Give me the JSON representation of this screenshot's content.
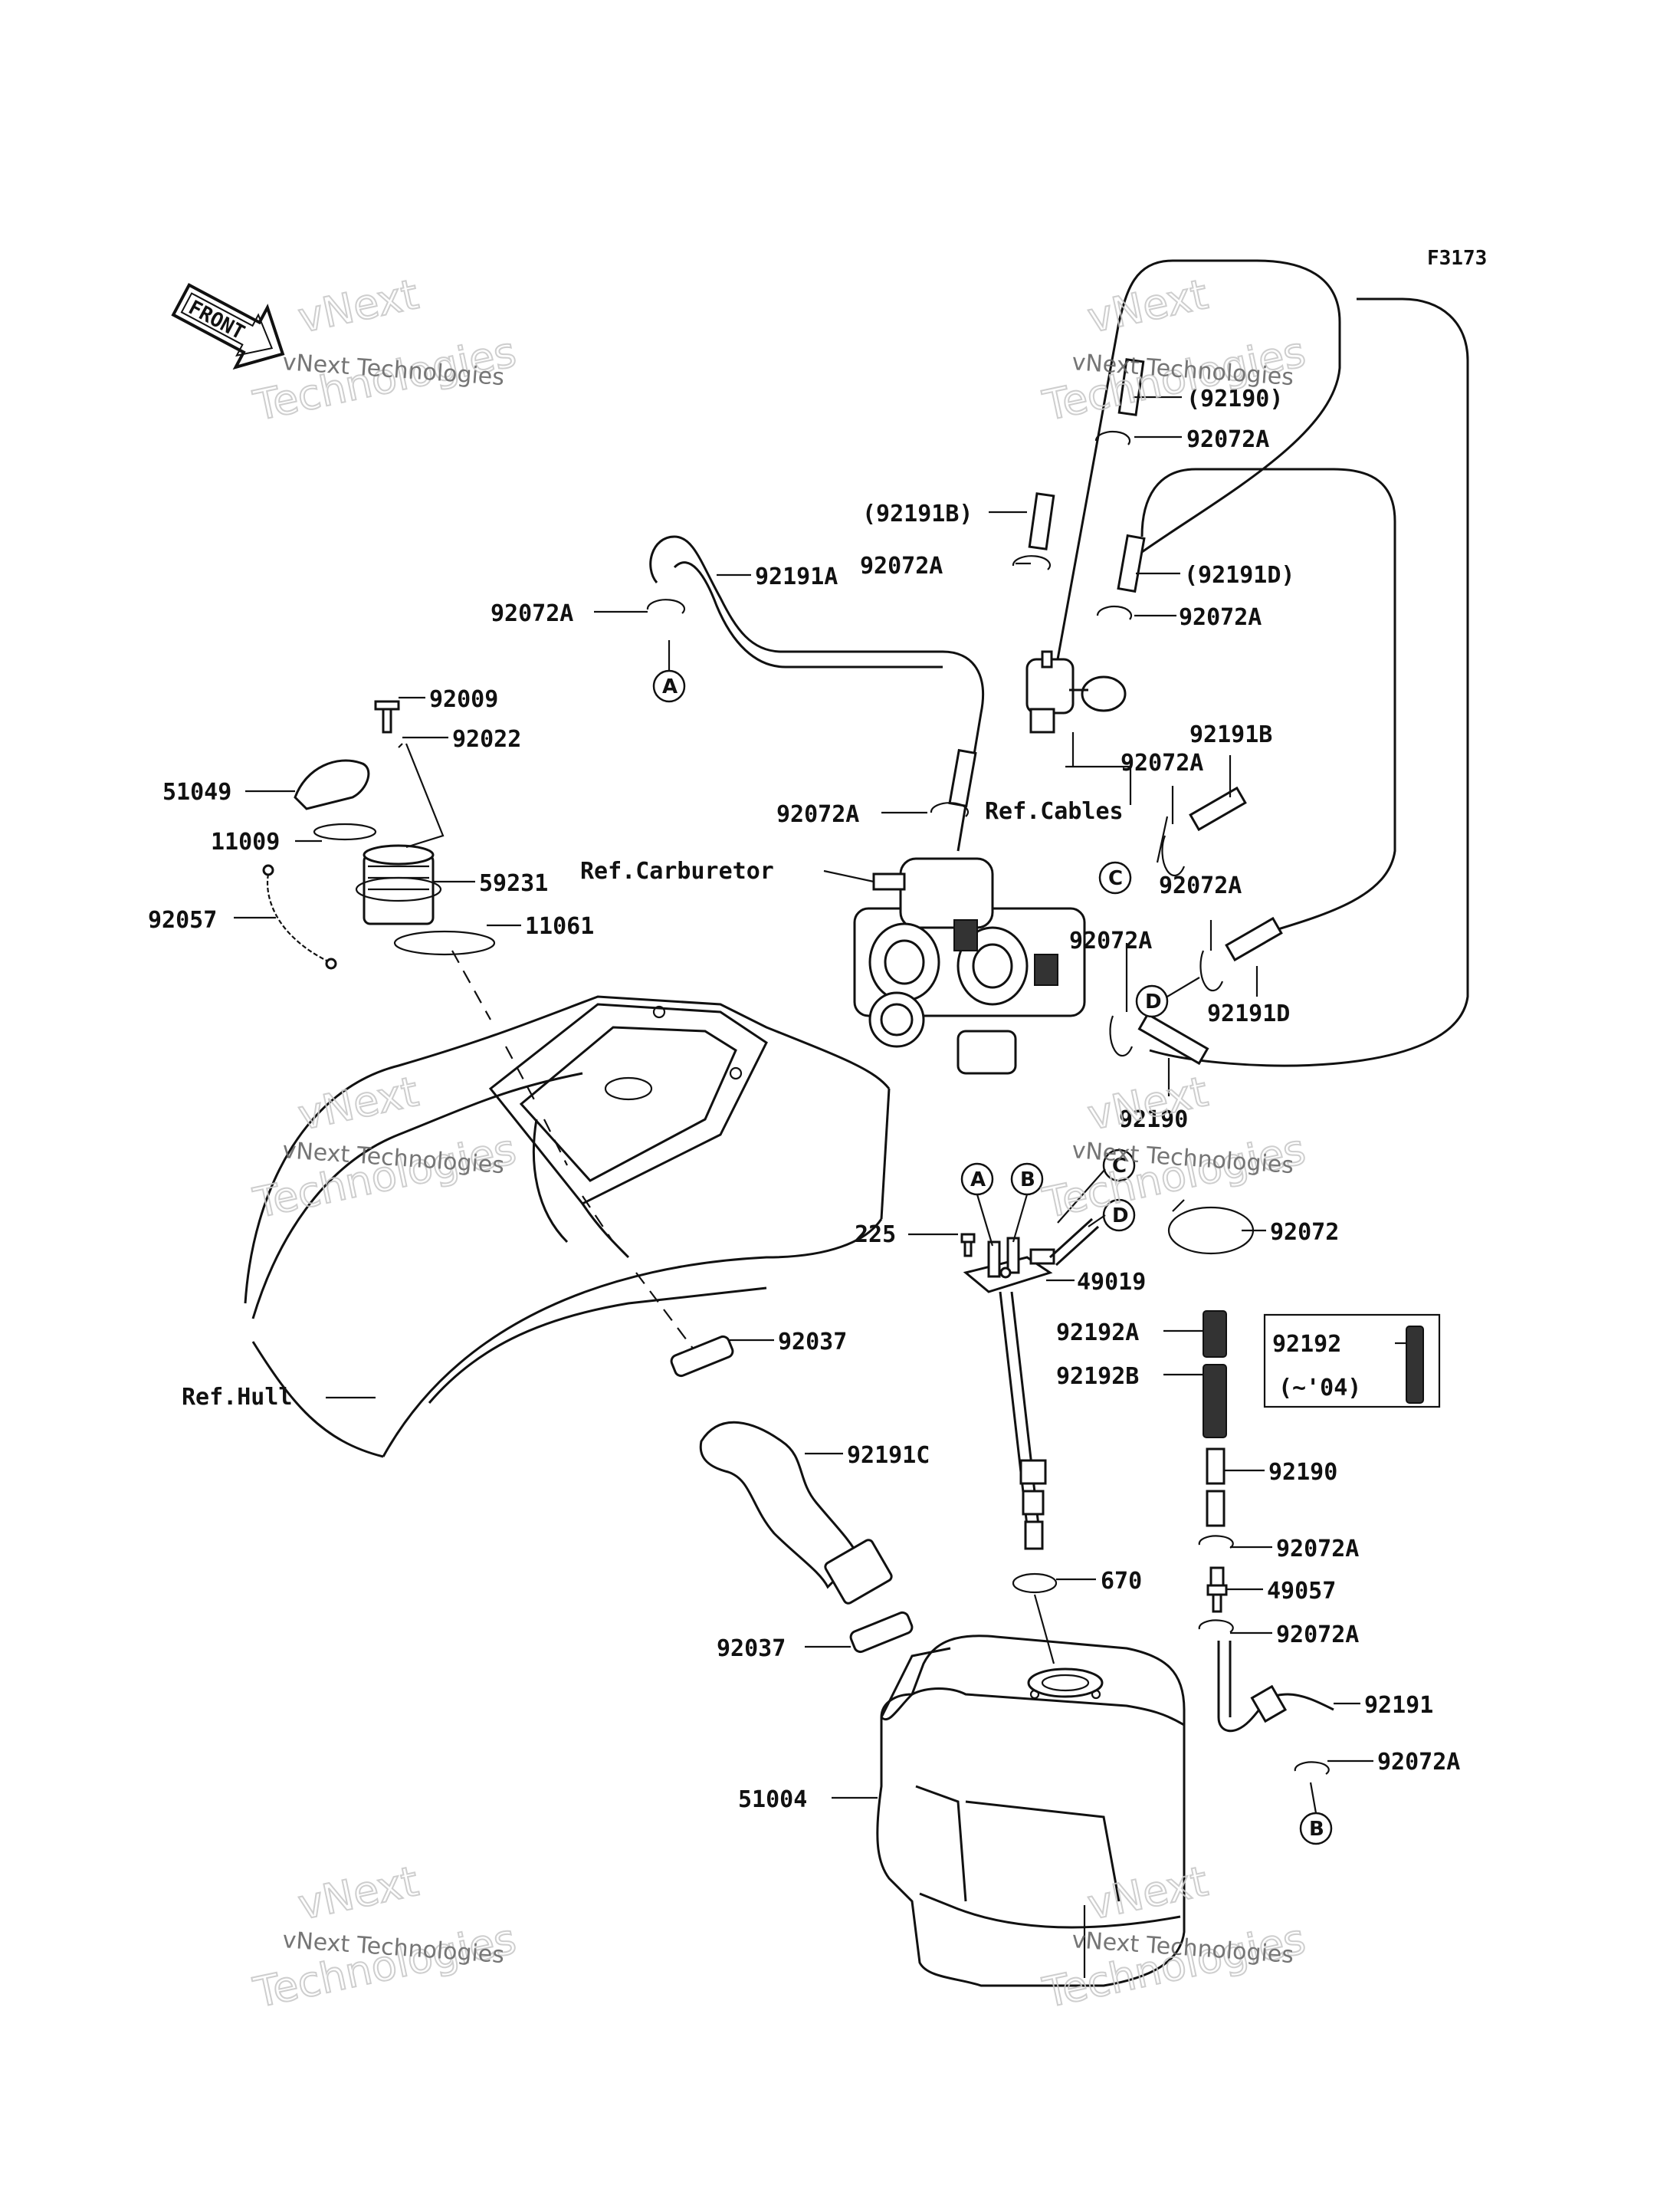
{
  "figure_code": "F3173",
  "front_arrow": "FRONT",
  "watermark": {
    "line1": "vNext",
    "line2": "vNext Technologies",
    "line3": "Technologies"
  },
  "labels": {
    "p92190_top": "(92190)",
    "p92072a_1": "92072A",
    "p92191b_paren": "(92191B)",
    "p92072a_2": "92072A",
    "p92191d_paren": "(92191D)",
    "p92191a": "92191A",
    "p92072a_3": "92072A",
    "p92072a_4": "92072A",
    "p92009": "92009",
    "p92022": "92022",
    "p51049": "51049",
    "p11009": "11009",
    "p59231": "59231",
    "p92057": "92057",
    "p11061": "11061",
    "p92072a_5": "92072A",
    "ref_cables": "Ref.Cables",
    "p92191b": "92191B",
    "p92072a_6": "92072A",
    "ref_carburetor": "Ref.Carburetor",
    "p92072a_7": "92072A",
    "p92072a_8": "92072A",
    "p92191d": "92191D",
    "p92190_mid": "92190",
    "p225": "225",
    "p49019": "49019",
    "p92072": "92072",
    "p92192a": "92192A",
    "p92192b": "92192B",
    "p92192_box": "92192",
    "box_note": "(~'04)",
    "p92037_1": "92037",
    "ref_hull": "Ref.Hull",
    "p92191c": "92191C",
    "p92190_low": "92190",
    "p92072a_9": "92072A",
    "p49057": "49057",
    "p670": "670",
    "p92072a_10": "92072A",
    "p92037_2": "92037",
    "p92191": "92191",
    "p92072a_11": "92072A",
    "p51004": "51004"
  },
  "connectors": {
    "a_top": "A",
    "c_mid": "C",
    "d_mid": "D",
    "a_low": "A",
    "b_low": "B",
    "c_low": "C",
    "d_low": "D",
    "b_bottom": "B"
  },
  "icons": [
    "front-arrow-icon",
    "connector-circle-icon"
  ]
}
